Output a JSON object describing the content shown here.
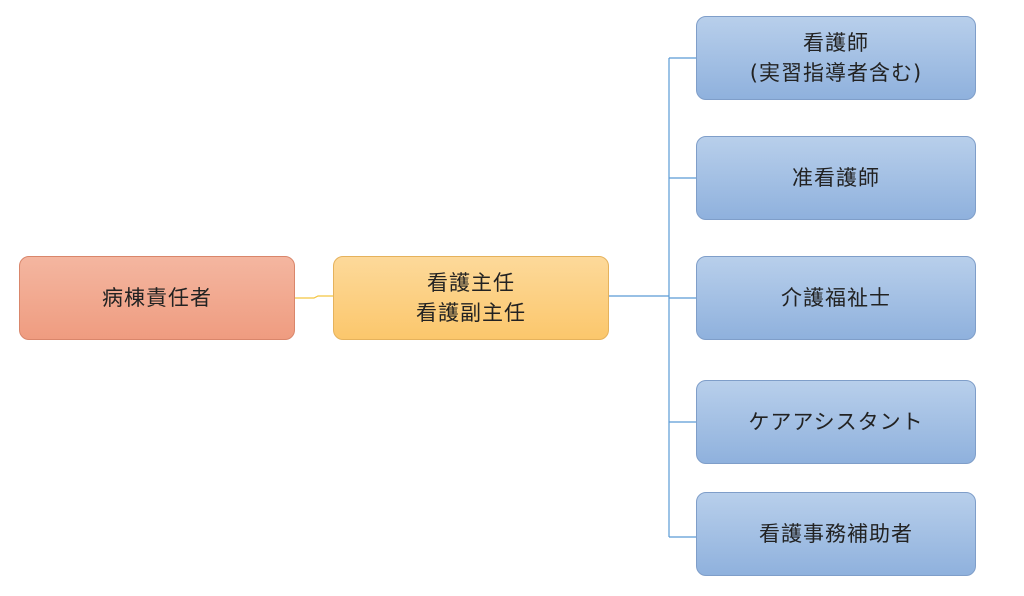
{
  "chart_data": {
    "type": "org-chart",
    "root": {
      "label": "病棟責任者"
    },
    "middle": {
      "lines": [
        "看護主任",
        "看護副主任"
      ]
    },
    "leaves": [
      {
        "lines": [
          "看護師",
          "(実習指導者含む)"
        ]
      },
      {
        "lines": [
          "准看護師"
        ]
      },
      {
        "lines": [
          "介護福祉士"
        ]
      },
      {
        "lines": [
          "ケアアシスタント"
        ]
      },
      {
        "lines": [
          "看護事務補助者"
        ]
      }
    ],
    "colors": {
      "root_fill": "#f2a98f",
      "middle_fill": "#fcd07f",
      "leaf_fill": "#a3c0e4",
      "root_connector": "#f4c542",
      "tree_connector": "#5b9bd5"
    }
  }
}
